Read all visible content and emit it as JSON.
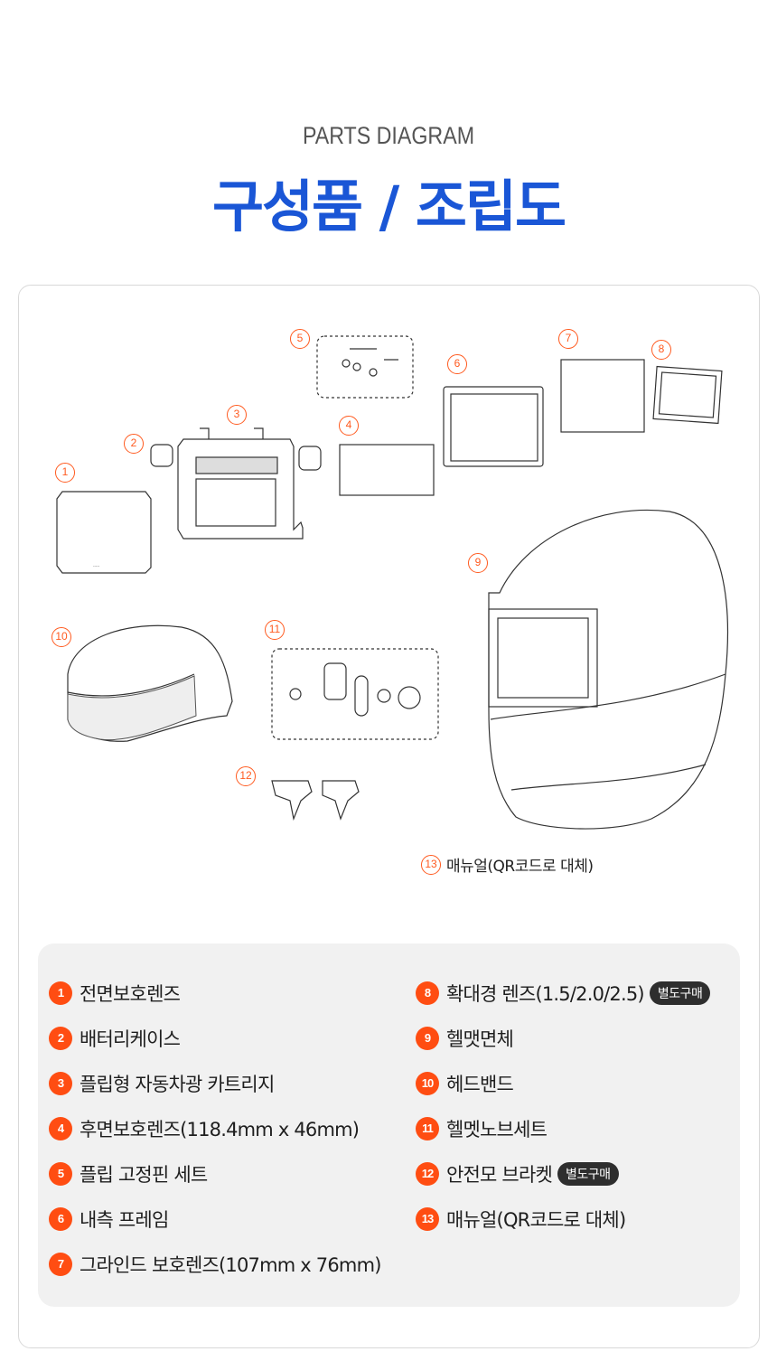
{
  "header": {
    "subtitle": "PARTS DIAGRAM",
    "title": "구성품 / 조립도"
  },
  "diagram": {
    "callouts": [
      "1",
      "2",
      "3",
      "4",
      "5",
      "6",
      "7",
      "8",
      "9",
      "10",
      "11",
      "12",
      "13"
    ],
    "manual_note": "매뉴얼(QR코드로 대체)"
  },
  "parts": {
    "left": [
      {
        "num": "1",
        "label": "전면보호렌즈"
      },
      {
        "num": "2",
        "label": "배터리케이스"
      },
      {
        "num": "3",
        "label": "플립형 자동차광 카트리지"
      },
      {
        "num": "4",
        "label": "후면보호렌즈(118.4mm x 46mm)"
      },
      {
        "num": "5",
        "label": "플립 고정핀 세트"
      },
      {
        "num": "6",
        "label": "내측 프레임"
      },
      {
        "num": "7",
        "label": "그라인드 보호렌즈(107mm x 76mm)"
      }
    ],
    "right": [
      {
        "num": "8",
        "label": "확대경 렌즈(1.5/2.0/2.5)",
        "badge": "별도구매"
      },
      {
        "num": "9",
        "label": "헬맷면체"
      },
      {
        "num": "10",
        "label": "헤드밴드"
      },
      {
        "num": "11",
        "label": "헬멧노브세트"
      },
      {
        "num": "12",
        "label": "안전모 브라켓",
        "badge": "별도구매"
      },
      {
        "num": "13",
        "label": "매뉴얼(QR코드로 대체)"
      }
    ]
  },
  "colors": {
    "title_blue": "#1a56d6",
    "accent_orange": "#ff4d12",
    "badge_dark": "#2e2e2e",
    "panel_gray": "#f1f1f1"
  }
}
